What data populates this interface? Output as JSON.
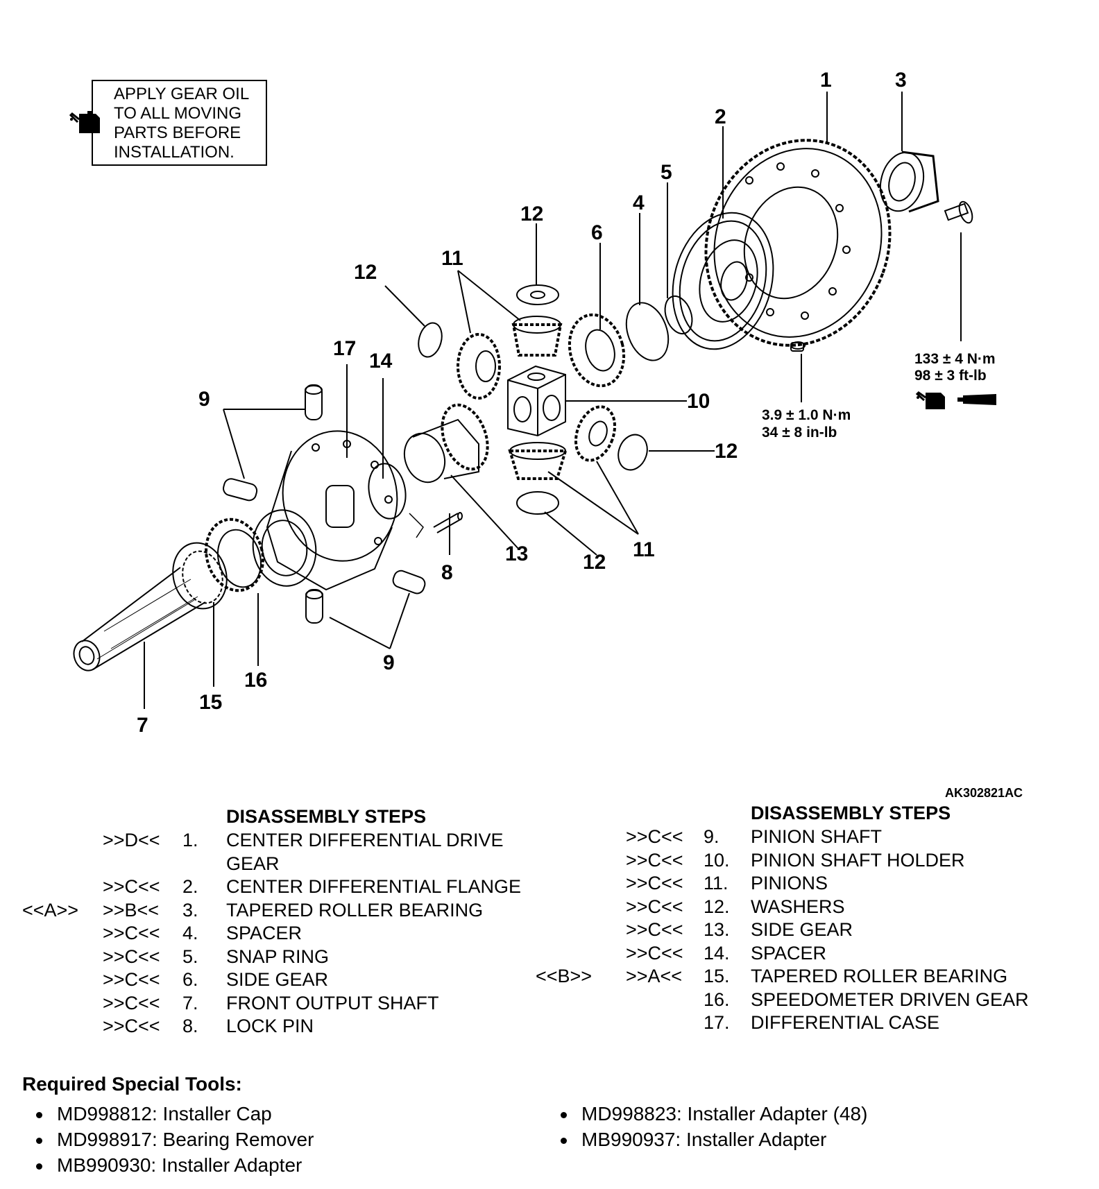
{
  "note": {
    "lines": [
      "APPLY GEAR OIL",
      "TO ALL MOVING",
      "PARTS BEFORE",
      "INSTALLATION."
    ]
  },
  "callouts": {
    "c1": "1",
    "c2": "2",
    "c3": "3",
    "c4": "4",
    "c5": "5",
    "c6": "6",
    "c7": "7",
    "c8": "8",
    "c9a": "9",
    "c9b": "9",
    "c10": "10",
    "c11a": "11",
    "c11b": "11",
    "c12a": "12",
    "c12b": "12",
    "c12c": "12",
    "c12d": "12",
    "c13": "13",
    "c14": "14",
    "c15": "15",
    "c16": "16",
    "c17": "17"
  },
  "torques": {
    "t1_line1": "133 ± 4 N·m",
    "t1_line2": "98 ± 3 ft-lb",
    "t2_line1": "3.9 ± 1.0 N·m",
    "t2_line2": "34 ± 8 in-lb"
  },
  "figure_id": "AK302821AC",
  "left_steps": {
    "header": "DISASSEMBLY STEPS",
    "rows": [
      {
        "inst": "",
        "dis": ">>D<<",
        "num": "1.",
        "name": "CENTER DIFFERENTIAL DRIVE"
      },
      {
        "inst": "",
        "dis": "",
        "num": "",
        "name": "GEAR"
      },
      {
        "inst": "",
        "dis": ">>C<<",
        "num": "2.",
        "name": "CENTER DIFFERENTIAL FLANGE"
      },
      {
        "inst": "<<A>>",
        "dis": ">>B<<",
        "num": "3.",
        "name": "TAPERED ROLLER BEARING"
      },
      {
        "inst": "",
        "dis": ">>C<<",
        "num": "4.",
        "name": "SPACER"
      },
      {
        "inst": "",
        "dis": ">>C<<",
        "num": "5.",
        "name": "SNAP RING"
      },
      {
        "inst": "",
        "dis": ">>C<<",
        "num": "6.",
        "name": "SIDE GEAR"
      },
      {
        "inst": "",
        "dis": ">>C<<",
        "num": "7.",
        "name": "FRONT OUTPUT SHAFT"
      },
      {
        "inst": "",
        "dis": ">>C<<",
        "num": "8.",
        "name": "LOCK PIN"
      }
    ]
  },
  "right_steps": {
    "header": "DISASSEMBLY STEPS",
    "rows": [
      {
        "inst": "",
        "dis": ">>C<<",
        "num": "9.",
        "name": "PINION SHAFT"
      },
      {
        "inst": "",
        "dis": ">>C<<",
        "num": "10.",
        "name": "PINION SHAFT HOLDER"
      },
      {
        "inst": "",
        "dis": ">>C<<",
        "num": "11.",
        "name": "PINIONS"
      },
      {
        "inst": "",
        "dis": ">>C<<",
        "num": "12.",
        "name": "WASHERS"
      },
      {
        "inst": "",
        "dis": ">>C<<",
        "num": "13.",
        "name": "SIDE GEAR"
      },
      {
        "inst": "",
        "dis": ">>C<<",
        "num": "14.",
        "name": "SPACER"
      },
      {
        "inst": "<<B>>",
        "dis": ">>A<<",
        "num": "15.",
        "name": "TAPERED ROLLER BEARING"
      },
      {
        "inst": "",
        "dis": "",
        "num": "16.",
        "name": "SPEEDOMETER DRIVEN GEAR"
      },
      {
        "inst": "",
        "dis": "",
        "num": "17.",
        "name": "DIFFERENTIAL CASE"
      }
    ]
  },
  "tools": {
    "title": "Required Special Tools:",
    "items": [
      "MD998812: Installer Cap",
      "MD998917: Bearing Remover",
      "MB990930: Installer Adapter",
      "MD998823: Installer Adapter (48)",
      "MB990937: Installer Adapter"
    ]
  },
  "icons": [
    "oil-can-icon",
    "sealant-tube-icon"
  ]
}
